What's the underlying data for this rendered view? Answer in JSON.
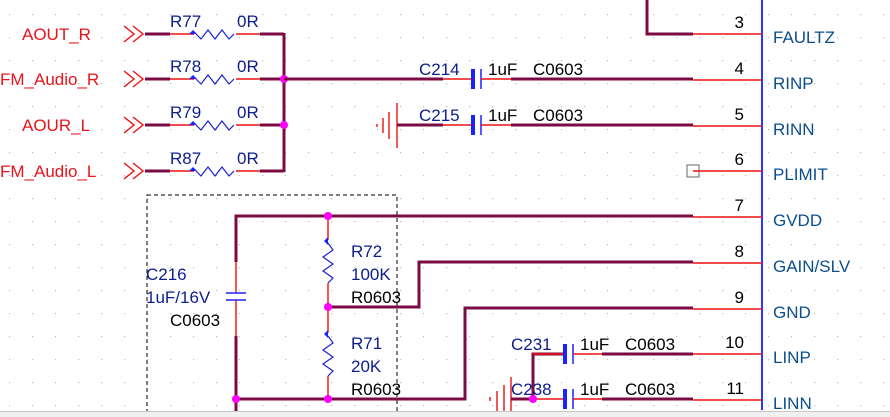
{
  "schematic": {
    "colors": {
      "wire": "#7b0b45",
      "pin_lead": "#ee1111",
      "component_body": "#1a22cc",
      "junction": "#ff00ff",
      "net_label": "#e8131b",
      "ref_designator": "#0d1d8c",
      "pin_name": "#0b4e8c",
      "ic_outline": "#0000ee"
    },
    "net_ports": [
      {
        "name": "AOUT_R"
      },
      {
        "name": "FM_Audio_R"
      },
      {
        "name": "AOUR_L"
      },
      {
        "name": "FM_Audio_L"
      }
    ],
    "input_resistors": [
      {
        "ref": "R77",
        "value": "0R"
      },
      {
        "ref": "R78",
        "value": "0R"
      },
      {
        "ref": "R79",
        "value": "0R"
      },
      {
        "ref": "R87",
        "value": "0R"
      }
    ],
    "coupling_caps": [
      {
        "ref": "C214",
        "value": "1uF",
        "footprint": "C0603"
      },
      {
        "ref": "C215",
        "value": "1uF",
        "footprint": "C0603"
      },
      {
        "ref": "C231",
        "value": "1uF",
        "footprint": "C0603"
      },
      {
        "ref": "C238",
        "value": "1uF",
        "footprint": "C0603"
      }
    ],
    "gain_network": {
      "cap": {
        "ref": "C216",
        "value": "1uF/16V",
        "footprint": "C0603"
      },
      "r_top": {
        "ref": "R72",
        "value": "100K",
        "footprint": "R0603"
      },
      "r_bottom": {
        "ref": "R71",
        "value": "20K",
        "footprint": "R0603"
      }
    },
    "ic_pins": [
      {
        "number": "3",
        "name": "FAULTZ"
      },
      {
        "number": "4",
        "name": "RINP"
      },
      {
        "number": "5",
        "name": "RINN"
      },
      {
        "number": "6",
        "name": "PLIMIT"
      },
      {
        "number": "7",
        "name": "GVDD"
      },
      {
        "number": "8",
        "name": "GAIN/SLV"
      },
      {
        "number": "9",
        "name": "GND"
      },
      {
        "number": "10",
        "name": "LINP"
      },
      {
        "number": "11",
        "name": "LINN"
      }
    ]
  }
}
